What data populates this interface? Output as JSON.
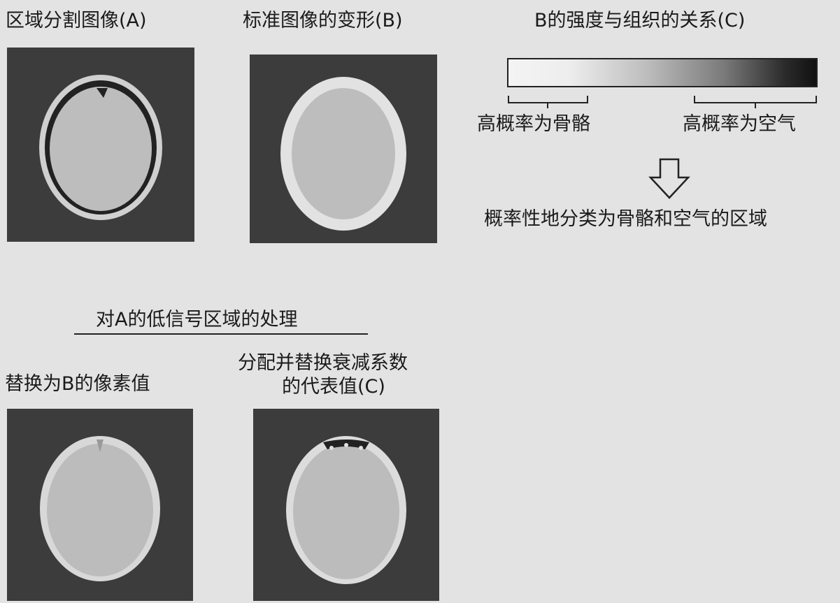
{
  "top": {
    "panel_a_title": "区域分割图像(A)",
    "panel_b_title": "标准图像的变形(B)",
    "relation_title": "B的强度与组织的关系(C)",
    "high_prob_bone": "高概率为骨骼",
    "high_prob_air": "高概率为空气",
    "classify_text": "概率性地分类为骨骼和空气的区域"
  },
  "bottom": {
    "process_title": "对A的低信号区域的处理",
    "replace_label": "替换为B的像素值",
    "assign_label_line1": "分配并替换衰减系数",
    "assign_label_line2": "的代表值(C)"
  },
  "colors": {
    "panel_bg": "#3c3c3c",
    "page_bg": "#e3e3e3",
    "head_fill": "#c8c8c8",
    "ring_dark": "#2a2a2a"
  }
}
